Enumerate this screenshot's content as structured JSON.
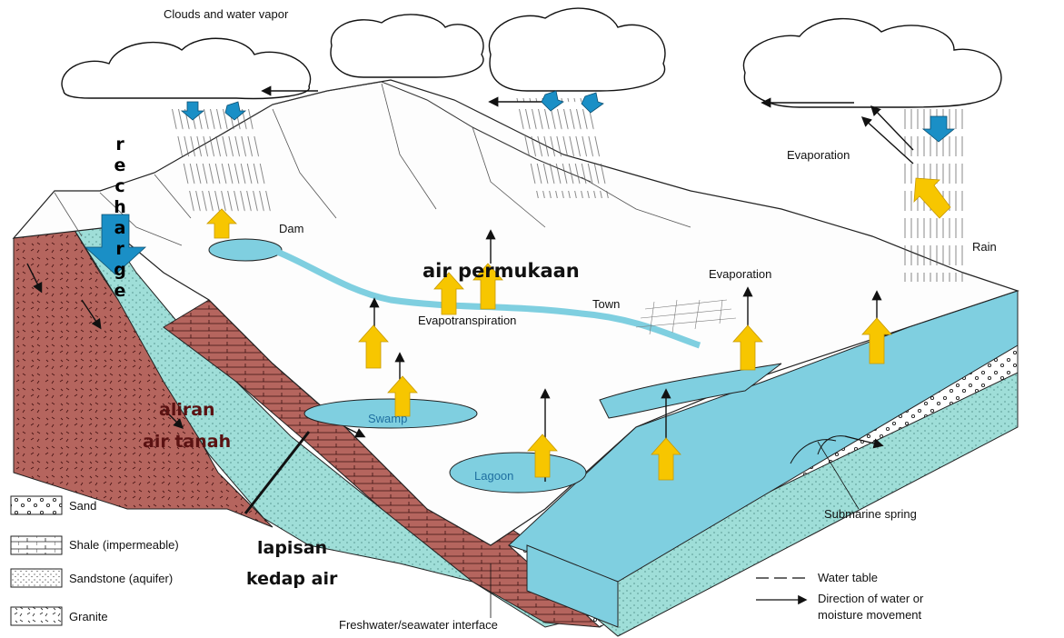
{
  "labels": {
    "clouds": "Clouds and water vapor",
    "evaporation_right": "Evaporation",
    "rain": "Rain",
    "dam": "Dam",
    "evaporation_town": "Evaporation",
    "town": "Town",
    "evapotranspiration": "Evapotranspiration",
    "swamp": "Swamp",
    "lagoon": "Lagoon",
    "submarine_spring": "Submarine spring",
    "interface": "Freshwater/seawater interface"
  },
  "annotations": {
    "recharge": [
      "r",
      "e",
      "c",
      "h",
      "a",
      "r",
      "g",
      "e"
    ],
    "air_permukaan": "air permukaan",
    "aliran_line1": "aliran",
    "aliran_line2": "air tanah",
    "lapisan_line1": "lapisan",
    "lapisan_line2": "kedap air"
  },
  "legend": {
    "sand": "Sand",
    "shale": "Shale (impermeable)",
    "sandstone": "Sandstone (aquifer)",
    "granite": "Granite",
    "water_table": "Water table",
    "direction_line1": "Direction of water or",
    "direction_line2": "moisture movement"
  },
  "colors": {
    "water": "#7fcfe0",
    "aquifer": "#9fded8",
    "granite": "#b5655e",
    "yellow_arrow": "#f7c600",
    "blue_arrow": "#1a8fc6",
    "dark_text": "#5a1212"
  }
}
